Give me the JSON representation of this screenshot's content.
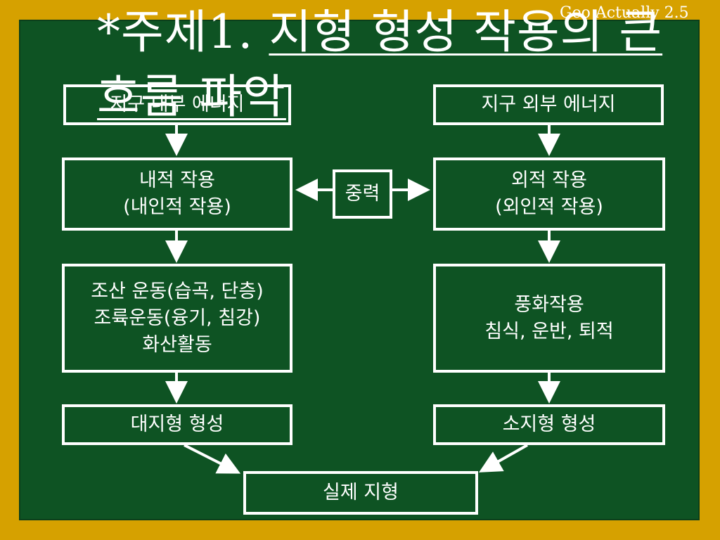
{
  "slide": {
    "title_prefix": "*주제1. ",
    "title_underlined": "지형 형성 작용의 큰 흐름 파악",
    "watermark": "Geo Actually 2.5"
  },
  "diagram": {
    "left_top": "지구 내부 에너지",
    "right_top": "지구 외부 에너지",
    "left_process": "내적 작용\n(내인적 작용)",
    "gravity": "중력",
    "right_process": "외적 작용\n(외인적 작용)",
    "left_detail": "조산 운동(습곡, 단층)\n조륙운동(융기, 침강)\n화산활동",
    "right_detail": "풍화작용\n침식, 운반, 퇴적",
    "left_result": "대지형 형성",
    "right_result": "소지형 형성",
    "final": "실제 지형"
  },
  "colors": {
    "board": "#0e5323",
    "frame": "#d6a100",
    "ink": "#ffffff"
  }
}
